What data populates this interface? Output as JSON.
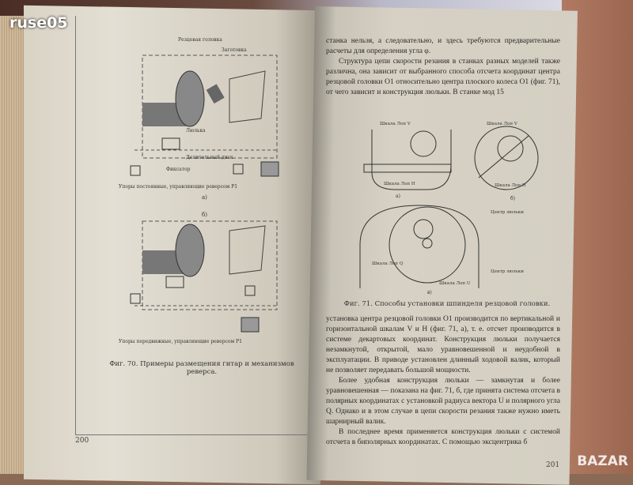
{
  "watermark": "ruse05",
  "logo": "BAZAR",
  "left_page": {
    "figure_labels": [
      "Резцовая головка",
      "Заготовка",
      "Люлька",
      "Делительный диск",
      "Фиксатор",
      "Упоры постоянные, управляющие реверсом Р1",
      "Упоры передвижные, управляющие реверсом Р1"
    ],
    "sub_labels": [
      "а)",
      "б)"
    ],
    "caption_line1": "Фиг. 70. Примеры размещения гитар и механизмов",
    "caption_line2": "реверса.",
    "page_number": "200"
  },
  "right_page": {
    "paragraphs": [
      "станка нельзя, а следовательно, и здесь требуются предварительные расчеты для определения угла φ.",
      "Структура цепи скорости резания в станках разных моделей также различна, она зависит от выбранного способа отсчета координат центра резцовой головки O1 относительно центра плоского колеса O1 (фиг. 71), от чего зависит и конструкция люльки. В станке мод 15"
    ],
    "figure_labels": [
      "Шкала Лоп V",
      "Шкала Лоп V",
      "Шкала Лоп H",
      "Шкала Лоп H",
      "Центр люльки",
      "Центр люльки",
      "Шкала Лоп Q",
      "Шкала Лоп U"
    ],
    "sub_labels": [
      "а)",
      "б)",
      "в)"
    ],
    "caption": "Фиг. 71. Способы установки шпинделя резцовой головки.",
    "paragraphs2": [
      "установка центра резцовой головки O1 производится по вертикальной и горизонтальной шкалам V и H (фиг. 71, а), т. е. отсчет производится в системе декартовых координат. Конструкция люльки получается незамкнутой, открытой, мало уравновешенной и неудобной в эксплуатации. В приводе установлен длинный ходовой валик, который не позволяет передавать большой мощности.",
      "Более удобная конструкция люльки — замкнутая и более уравновешенная — показана на фиг. 71, б, где принята система отсчета в полярных координатах с установкой радиуса вектора U и полярного угла Q. Однако и в этом случае в цепи скорости резания также нужно иметь шарнирный валик.",
      "В последнее время применяется конструкция люльки с системой отсчета в биполярных координатах. С помощью эксцентрика б"
    ],
    "page_number": "201"
  }
}
